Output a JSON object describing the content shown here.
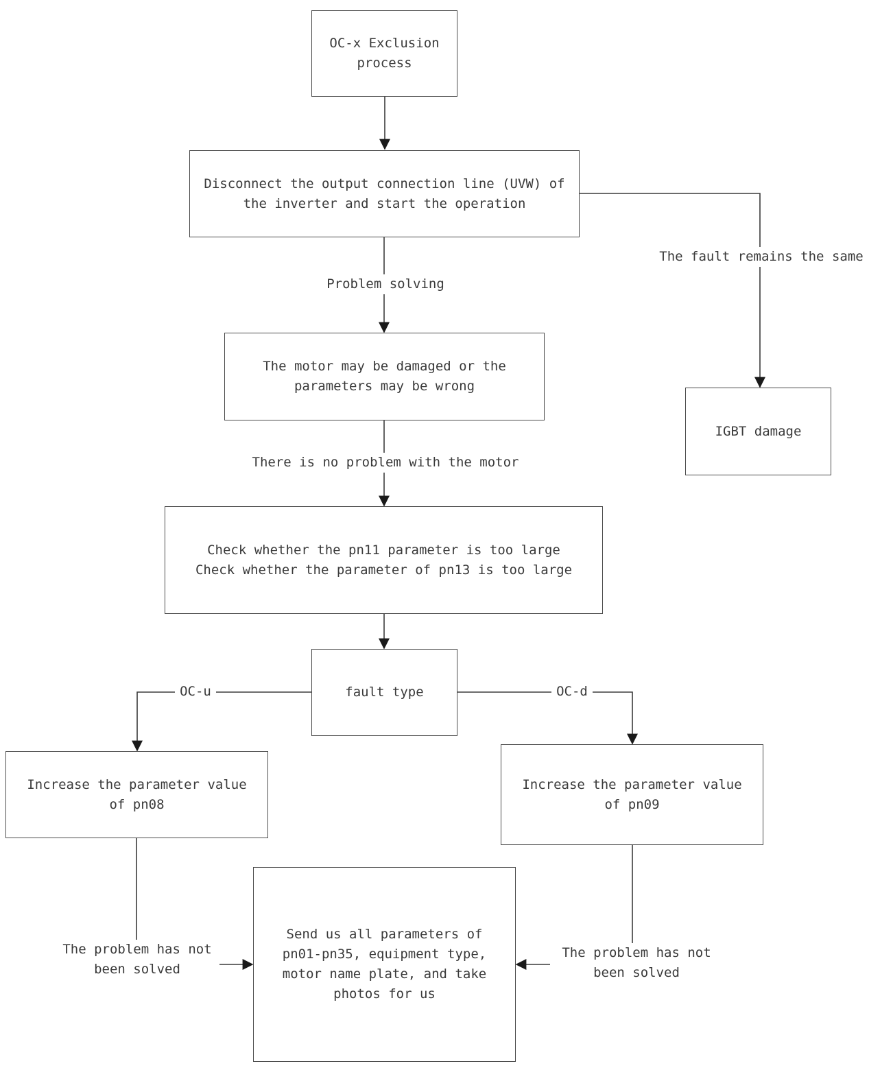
{
  "nodes": {
    "start": "OC-x Exclusion\nprocess",
    "disconnect": "Disconnect the output connection line (UVW) of\nthe inverter and start the operation",
    "motor": "The motor may be damaged or the\nparameters may be wrong",
    "igbt": "IGBT damage",
    "check": "Check whether the pn11 parameter is too large\nCheck whether the parameter of pn13 is too large",
    "fault_type": "fault type",
    "pn08": "Increase the parameter value\nof pn08",
    "pn09": "Increase the parameter value\nof pn09",
    "send": "Send us all parameters of\npn01-pn35, equipment type,\nmotor name plate, and take\nphotos for us"
  },
  "edge_labels": {
    "fault_same": "The fault remains the same",
    "problem_solving": "Problem solving",
    "no_motor_problem": "There is no problem with the motor",
    "oc_u": "OC-u",
    "oc_d": "OC-d",
    "not_solved_left": "The problem has not\nbeen solved",
    "not_solved_right": "The problem has not\nbeen solved"
  },
  "colors": {
    "line": "#3a3a3a",
    "text": "#3a3a3a",
    "background": "#ffffff"
  }
}
